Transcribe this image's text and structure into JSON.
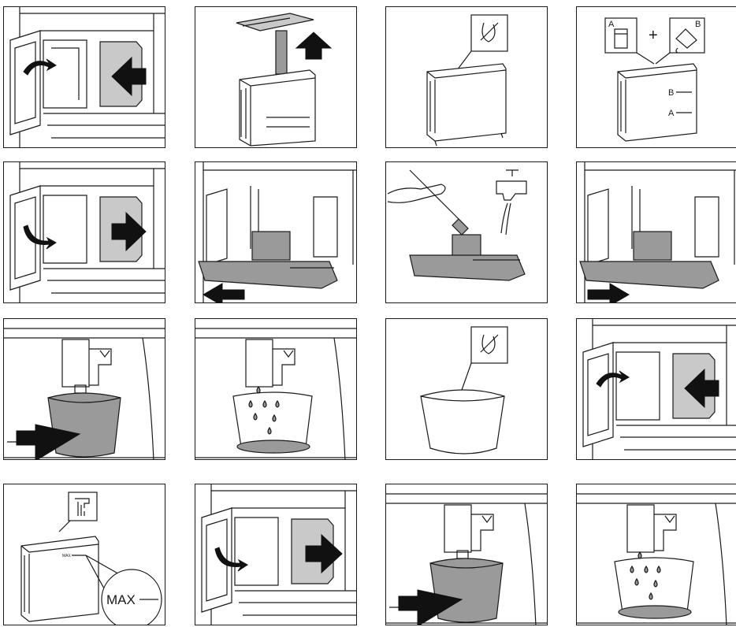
{
  "panels": [
    {
      "id": 1,
      "scene": "appliance-open-door-tank-in"
    },
    {
      "id": 2,
      "scene": "tank-lift-lid"
    },
    {
      "id": 3,
      "scene": "tank-no-dishwasher"
    },
    {
      "id": 4,
      "scene": "tank-descaler-mix",
      "label_a": "A",
      "label_b": "B",
      "plus": "+",
      "level_a": "A",
      "level_b": "B"
    },
    {
      "id": 5,
      "scene": "appliance-open-door-tank-out"
    },
    {
      "id": 6,
      "scene": "appliance-drip-tray-out"
    },
    {
      "id": 7,
      "scene": "clean-brush-tap"
    },
    {
      "id": 8,
      "scene": "appliance-drip-tray-in"
    },
    {
      "id": 9,
      "scene": "container-insert"
    },
    {
      "id": 10,
      "scene": "container-filling"
    },
    {
      "id": 11,
      "scene": "container-no-dishwasher"
    },
    {
      "id": 12,
      "scene": "appliance-open-door-tank-in"
    },
    {
      "id": 13,
      "scene": "tank-fill-max",
      "max_label": "MAX",
      "max_small": "MAX"
    },
    {
      "id": 14,
      "scene": "appliance-open-door-tank-out"
    },
    {
      "id": 15,
      "scene": "container-insert"
    },
    {
      "id": 16,
      "scene": "container-filling"
    }
  ]
}
